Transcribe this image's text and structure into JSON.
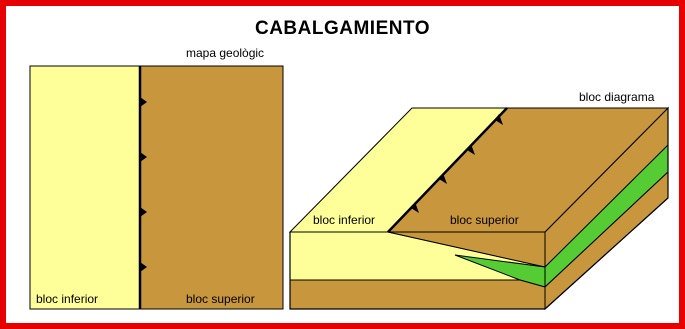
{
  "title": "CABALGAMIENTO",
  "map": {
    "caption": "mapa geològic",
    "left_label": "bloc inferior",
    "right_label": "bloc superior"
  },
  "block": {
    "caption": "bloc diagrama",
    "left_label": "bloc inferior",
    "right_label": "bloc superior"
  },
  "colors": {
    "frame": "#e60000",
    "lower_block": "#ffff99",
    "upper_block": "#c8963c",
    "green_layer": "#55cc33",
    "outline": "#000000"
  }
}
